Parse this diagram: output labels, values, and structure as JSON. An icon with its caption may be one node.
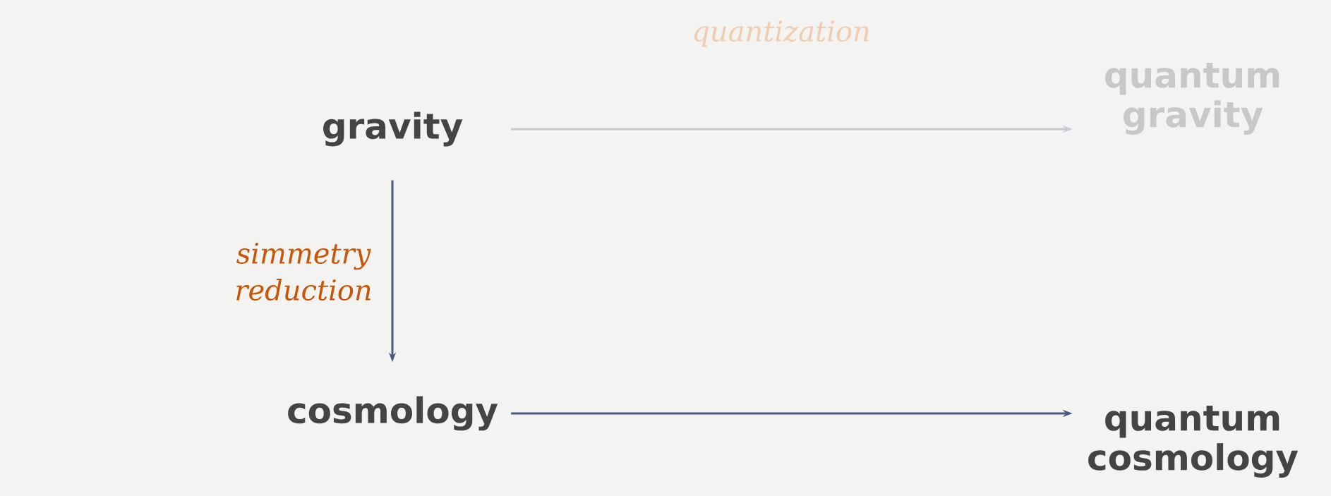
{
  "diagram": {
    "nodes": [
      {
        "text": [
          "gravity"
        ]
      },
      {
        "text": [
          "quantum gravity"
        ]
      },
      {
        "text": [
          "cosmology"
        ]
      },
      {
        "text": [
          "quantum cosmology"
        ]
      }
    ],
    "edges": [
      {
        "from": 0,
        "to": 1,
        "arrow": "to",
        "label": "quantization",
        "color": "#c6cbd3"
      },
      {
        "from": 0,
        "to": 2,
        "arrow": "to",
        "label": "simmetry reduction"
      },
      {
        "from": 2,
        "to": 3,
        "arrow": "to"
      }
    ]
  }
}
